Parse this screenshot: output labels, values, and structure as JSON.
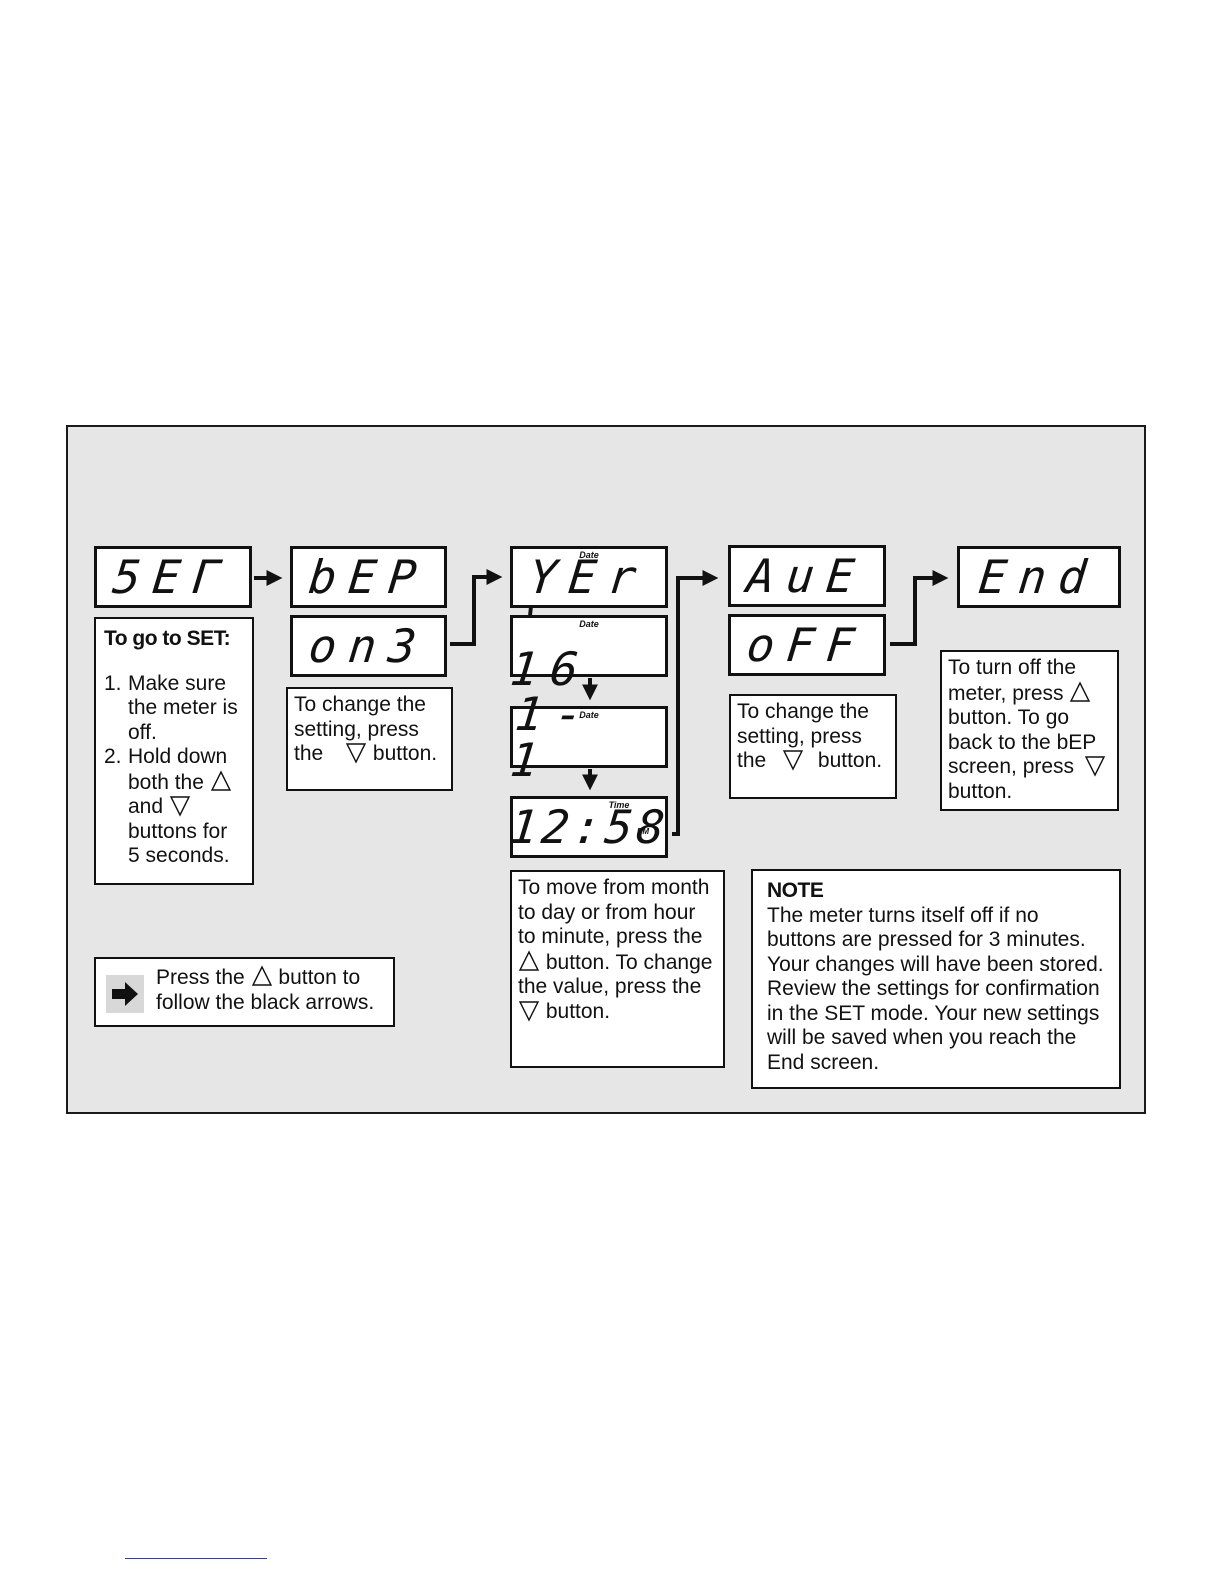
{
  "displays": {
    "set": {
      "text": "5EΓ"
    },
    "bep": {
      "text": "bEP"
    },
    "on3": {
      "text": "on3"
    },
    "yer": {
      "text": "YEr",
      "tag": "Date"
    },
    "year_value": {
      "text": "' 16",
      "tag": "Date"
    },
    "date_value": {
      "text": "1- 1",
      "tag": "Date"
    },
    "time_value": {
      "text": "12:58",
      "tag": "Time",
      "suffix": "PM"
    },
    "ave": {
      "text": "AuE"
    },
    "off": {
      "text": "oFF"
    },
    "end": {
      "text": "End"
    }
  },
  "set_box": {
    "heading": "To go to SET:",
    "steps": [
      {
        "num": "1.",
        "text": "Make sure the meter is off."
      },
      {
        "num": "2.",
        "text_before": "Hold down both the",
        "text_mid": "and",
        "text_after": "buttons for 5 seconds."
      }
    ]
  },
  "bep_box": {
    "text_before": "To change the setting, press the",
    "text_after": "button."
  },
  "time_box": {
    "text_before": "To move from month to day or from hour to minute, press the",
    "text_mid": "button. To change the value, press the",
    "text_after": "button."
  },
  "off_box": {
    "text_before": "To change the setting, press the",
    "text_after": "button."
  },
  "end_box": {
    "text_before": "To turn off the meter, press",
    "text_mid": "button. To go back to the bEP screen, press",
    "text_after": "button."
  },
  "legend": {
    "text_before": "Press the",
    "text_after": "button to follow the black arrows."
  },
  "note": {
    "heading": "NOTE",
    "body": "The meter turns itself off if no buttons are pressed for 3 minutes. Your changes will have been stored. Review the settings for confirmation in the SET mode. Your new settings will be saved when you reach the End screen."
  },
  "icons": {
    "up": "up-triangle-icon",
    "down": "down-triangle-icon",
    "arrow": "right-arrow-icon"
  }
}
